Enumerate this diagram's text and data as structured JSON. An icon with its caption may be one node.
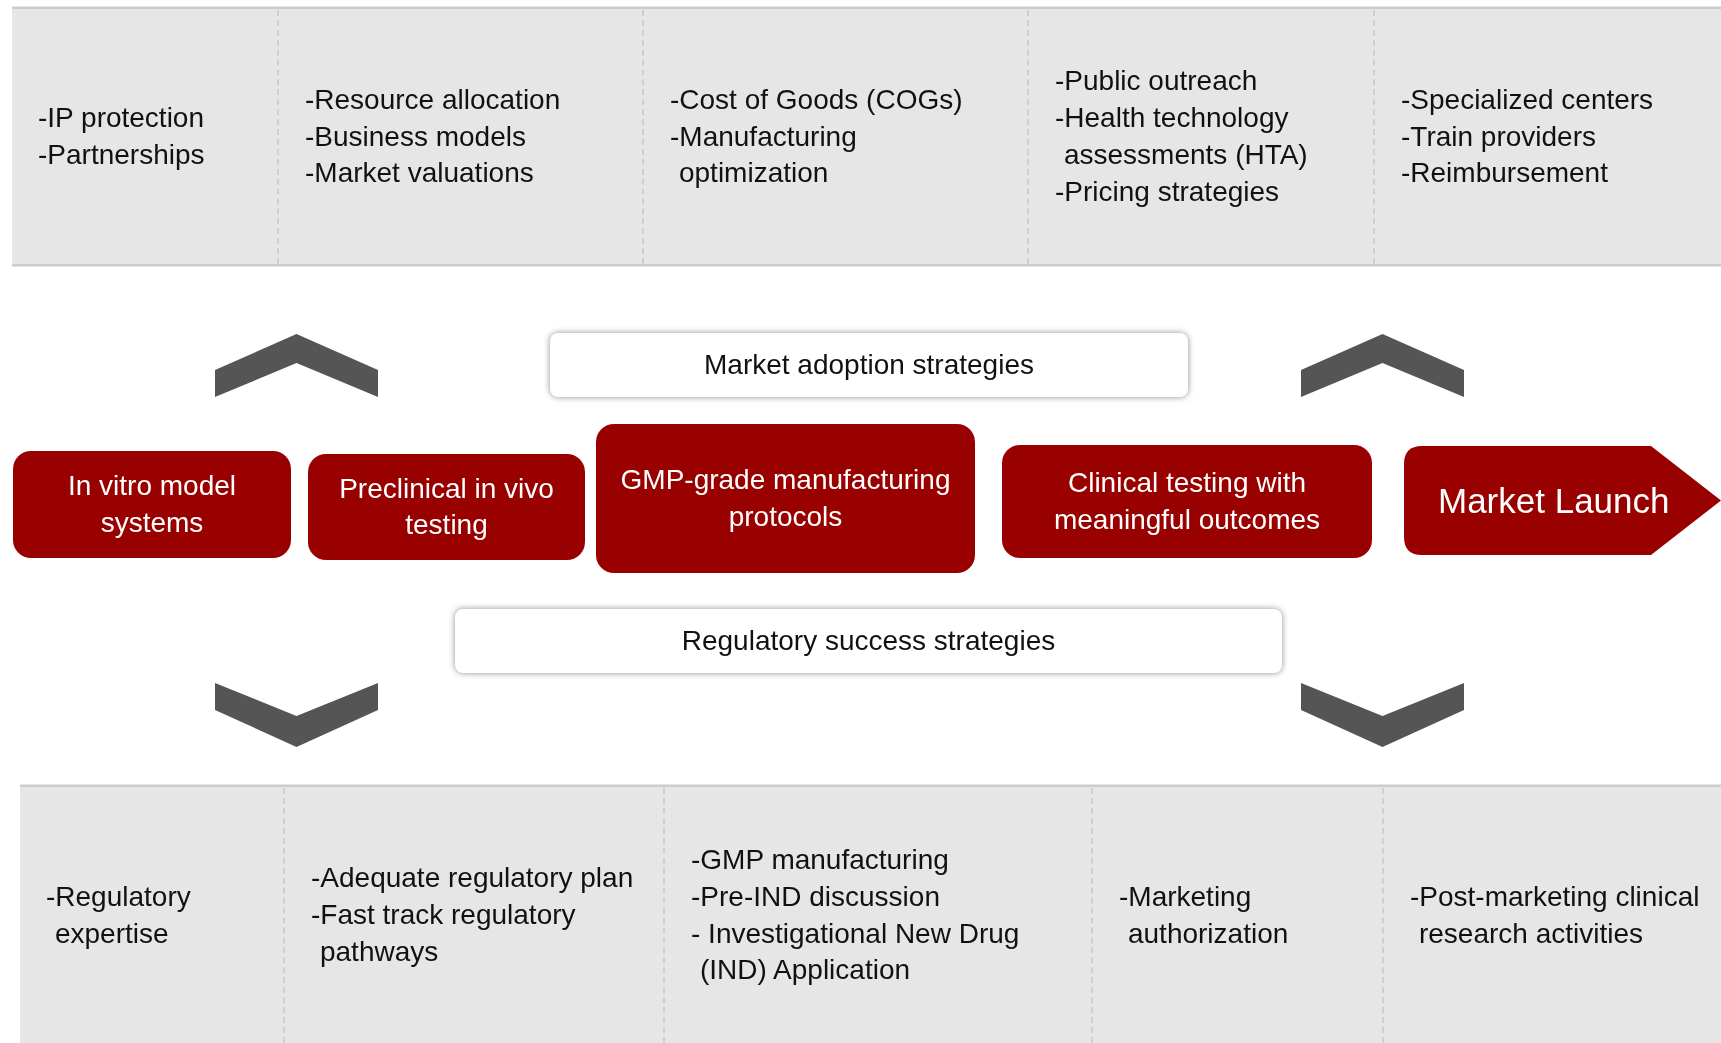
{
  "diagram": {
    "nodes": [
      {
        "text": [
          "-IP protection",
          "-Partnerships"
        ]
      },
      {
        "text": [
          "-Resource allocation",
          "-Business models",
          "-Market valuations"
        ]
      },
      {
        "text": [
          "-Cost of Goods (COGs)",
          "-Manufacturing optimization"
        ]
      },
      {
        "text": [
          "-Public outreach",
          "-Health technology assessments (HTA)",
          "-Pricing strategies"
        ]
      },
      {
        "text": [
          "-Specialized centers",
          "-Train providers",
          "-Reimbursement"
        ]
      },
      {
        "text": [
          "Market adoption strategies"
        ]
      },
      {
        "text": [
          "In vitro model systems"
        ]
      },
      {
        "text": [
          "Preclinical in vivo testing"
        ]
      },
      {
        "text": [
          "GMP-grade manufacturing protocols"
        ]
      },
      {
        "text": [
          "Clinical testing with meaningful outcomes"
        ]
      },
      {
        "text": [
          "Market Launch"
        ]
      },
      {
        "text": [
          "Regulatory success strategies"
        ]
      },
      {
        "text": [
          "-Regulatory expertise"
        ]
      },
      {
        "text": [
          "-Adequate regulatory plan",
          "-Fast track regulatory pathways"
        ]
      },
      {
        "text": [
          "-GMP manufacturing",
          "-Pre-IND discussion",
          "- Investigational New Drug (IND) Application"
        ]
      },
      {
        "text": [
          "-Marketing authorization"
        ]
      },
      {
        "text": [
          "-Post-marketing clinical research activities"
        ]
      }
    ]
  }
}
